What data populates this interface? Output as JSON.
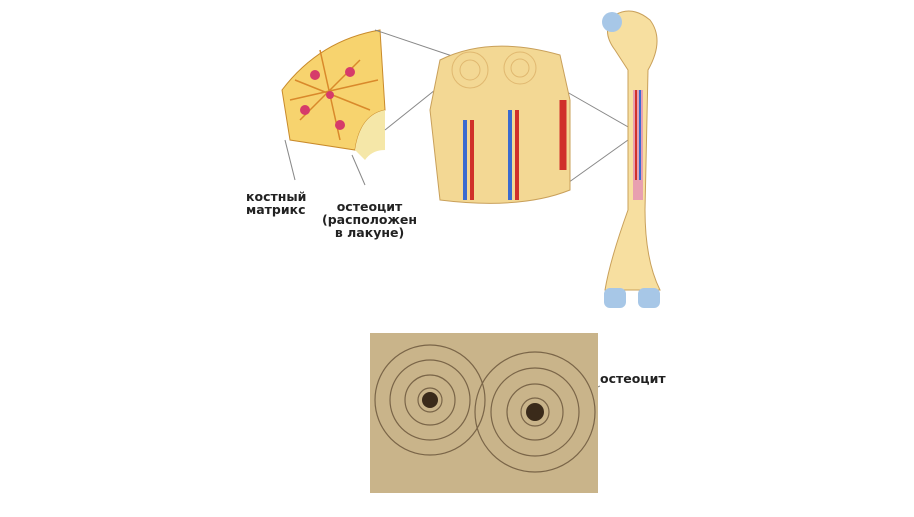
{
  "labels": {
    "matrix_line1": "костный",
    "matrix_line2": "матрикс",
    "osteocyte_line1": "остеоцит",
    "osteocyte_line2": "(расположен",
    "osteocyte_line3": "в лакуне)",
    "micro_osteocyte": "остеоцит"
  }
}
